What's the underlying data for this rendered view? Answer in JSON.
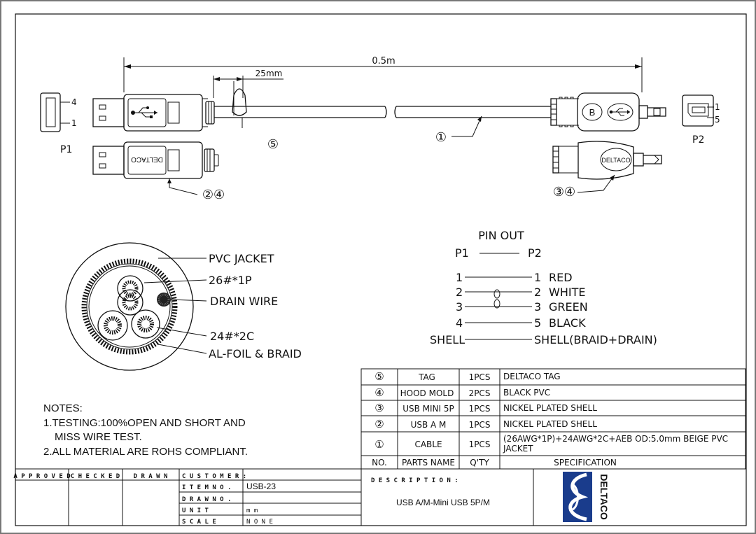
{
  "dims": {
    "length": "0.5m",
    "strip": "25mm"
  },
  "connectors": {
    "p1": {
      "label": "P1",
      "pin_top": "4",
      "pin_bottom": "1"
    },
    "p2": {
      "label": "P2",
      "pin_top": "1",
      "pin_bottom": "5"
    },
    "hood_text_a": "DELTACO",
    "hood_text_b": "DELTACO",
    "b_mark": "B"
  },
  "callouts": {
    "c1": "①",
    "c5": "⑤",
    "c24": "②④",
    "c34": "③④"
  },
  "cross_section": {
    "labels": [
      "PVC JACKET",
      "26#*1P",
      "DRAIN WIRE",
      "24#*2C",
      "AL-FOIL & BRAID"
    ]
  },
  "pinout": {
    "title": "PIN OUT",
    "p1": "P1",
    "p2": "P2",
    "rows": [
      {
        "left": "1",
        "right": "1",
        "color": "RED"
      },
      {
        "left": "2",
        "right": "2",
        "color": "WHITE"
      },
      {
        "left": "3",
        "right": "3",
        "color": "GREEN"
      },
      {
        "left": "4",
        "right": "5",
        "color": "BLACK"
      }
    ],
    "shell_left": "SHELL",
    "shell_right": "SHELL(BRAID+DRAIN)"
  },
  "notes": {
    "heading": "NOTES:",
    "lines": [
      "1.TESTING:100%OPEN AND SHORT AND",
      "MISS WIRE TEST.",
      "2.ALL MATERIAL ARE ROHS COMPLIANT."
    ]
  },
  "bom": {
    "rows": [
      {
        "no": "⑤",
        "part": "TAG",
        "qty": "1PCS",
        "spec": "DELTACO TAG"
      },
      {
        "no": "④",
        "part": "HOOD MOLD",
        "qty": "2PCS",
        "spec": "BLACK PVC"
      },
      {
        "no": "③",
        "part": "USB MINI 5P",
        "qty": "1PCS",
        "spec": "NICKEL PLATED SHELL"
      },
      {
        "no": "②",
        "part": "USB A M",
        "qty": "1PCS",
        "spec": "NICKEL PLATED SHELL"
      },
      {
        "no": "①",
        "part": "CABLE",
        "qty": "1PCS",
        "spec": "(26AWG*1P)+24AWG*2C+AEB  OD:5.0mm  BEIGE PVC",
        "spec2": "JACKET"
      }
    ],
    "header": {
      "no": "NO.",
      "part": "PARTS NAME",
      "qty": "Q'TY",
      "spec": "SPECIFICATION"
    }
  },
  "title_block": {
    "approved": "A P P R O V E D",
    "checked": "C H E C K E D",
    "drawn": "D R A W N",
    "customer": "C U S T O M E R :",
    "item_no_label": "I T E M   N O .",
    "item_no": "USB-23",
    "draw_no_label": "D R A W   N O .",
    "unit_label": "U N I T",
    "unit": "m m",
    "scale_label": "S C A L E",
    "scale": "N O N E",
    "description_label": "D E S C R I P T I O N :",
    "description": "USB A/M-Mini USB 5P/M",
    "logo_text": "DELTACO"
  }
}
